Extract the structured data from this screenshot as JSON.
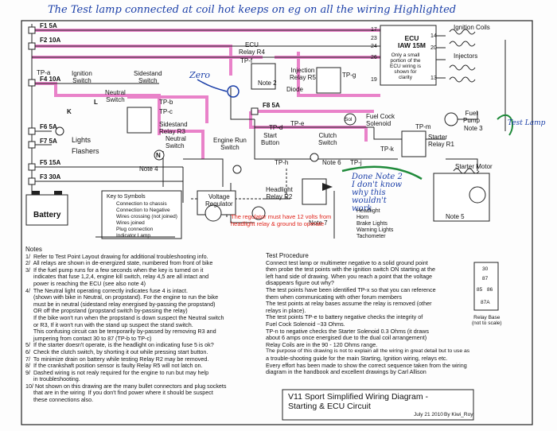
{
  "annotation_top": "The Test lamp connected at coil hot keeps on eg on all the wiring Highlighted",
  "hand_zero": "Zero",
  "hand_test_lamp": "Test Lamp",
  "hand_done": "Done Note 2\nI don't know\nwhy this\nwouldn't\nwork",
  "fuses": {
    "f1": "F1 5A",
    "f2": "F2 10A",
    "tpa": "TP-a",
    "f4": "F4 10A",
    "f6": "F6 5A",
    "f7": "F7 5A",
    "f5": "F5 15A",
    "f3": "F3 30A",
    "f8": "F8 5A"
  },
  "labels": {
    "ignition_switch": "Ignition\nSwitch",
    "l": "L",
    "k": "K",
    "sidestand_switch": "Sidestand\nSwitch",
    "tpb": "TP-b",
    "tpc": "TP-c",
    "neutral_switch": "Neutral\nSwitch",
    "sidestand_relay": "Sidestand\nRelay R3",
    "n": "N",
    "note4": "Note 4",
    "lights": "Lights",
    "flashers": "Flashers",
    "ecu_relay": "ECU\nRelay R4",
    "tpf": "TP-f",
    "note2": "Note 2",
    "diode": "Diode",
    "injection_relay": "Injection\nRelay R5",
    "tpg": "TP-g",
    "ecu": "ECU\nIAW 15M",
    "ecu_note": "Only a small\nportion of the\nECU wiring is\nshown for\nclarity",
    "ignition_coils": "Ignition Coils",
    "injectors": "Injectors",
    "fuel_pump": "Fuel\nPump",
    "note3": "Note 3",
    "sol": "Sol",
    "fuel_cock": "Fuel Cock\nSolenoid",
    "tpm": "TP-m",
    "starter_relay": "Starter\nRelay R1",
    "tpk": "TP-k",
    "tpd": "TP-d",
    "tpe": "TP-e",
    "start_button": "Start\nButton",
    "clutch_switch": "Clutch\nSwitch",
    "engine_run": "Engine Run\nSwitch",
    "tph": "TP-h",
    "note6": "Note 6",
    "tpj": "TP-j",
    "starter_motor": "Starter Motor",
    "note5": "Note 5",
    "headlight_relay": "Headlight\nRelay R2",
    "note7": "Note 7",
    "headlight_loads": "Headlight\nHorn\nBrake Lights\nWarning Lights\nTachometer",
    "voltage_regulator": "Voltage\nRegulator",
    "battery": "Battery",
    "key_title": "Key to Symbols",
    "key_chassis": "Connection to chassis",
    "key_negative": "Connection to Negative",
    "key_crossing": "Wires crossing (not joined)",
    "key_joined": "Wires joined",
    "key_plug": "Plug connection",
    "key_lamp": "Indicator Lamp",
    "regulator_note": "The regulator must have 12 volts from\nheadlight relay & ground to operate",
    "relay_base": "Relay Base\n(not to scale)",
    "ecu_pins": [
      "17",
      "23",
      "24",
      "26",
      "19",
      "14",
      "20",
      "13"
    ],
    "pins": [
      "30",
      "87",
      "85",
      "86",
      "87A"
    ]
  },
  "notes": {
    "title": "Notes",
    "lines": [
      "1/  Refer to Test Point Layout drawing for additional troubleshooting info.",
      "2/  All relays are shown in de-energized state, numbered from front of bike",
      "3/  If the fuel pump runs for a few seconds when the key is turned on it",
      "     indicates that fuse 1,2,4, engine kill switch, relay 4,5 are all intact and",
      "     power is reaching the ECU (see also note 4)",
      "4/  The Neutral light operating correctly indicates fuse 4 is intact.",
      "     (shown with bike in Neutral, on propstand). For the engine to run the bike",
      "     must be in neutral (sidestand relay energised by-passing the propstand)",
      "     OR off the propstand (propstand switch by-passing the relay)",
      "     If the bike won't run when the propstand is down suspect the Neutral switch",
      "     or R3, If it won't run with the stand up suspect the stand switch.",
      "     This confusing circuit can be temporarily by-passed by removing R3 and",
      "     jumpering from contact 30 to 87 (TP-b to TP-c)",
      "5/  If the starter doesn't operate, is the headlight on indicating fuse 5 is ok?",
      "6/  Check the clutch switch, by shorting it out while pressing start button.",
      "7/  To minimize drain on battery while testing Relay R2 may be removed.",
      "8/  If the crankshaft position sensor is faulty Relay R5 will not latch on.",
      "9/  Dashed wiring is not realy required for the engine to run but may help",
      "     in troubleshooting.",
      "10/ Not shown on this drawing are the many bullet connectors and plug sockets",
      "     that are in the wiring  If you don't find power where it should be suspect",
      "     these connections also."
    ]
  },
  "procedure": {
    "title": "Test Procedure",
    "lines": [
      "Connect test lamp or multimeter negative to a solid ground point",
      "then probe the test points with the ignition switch ON starting at the",
      "left hand side of drawing. When you reach a point that the voltage",
      "disappears figure out why?",
      "The test points have been identified TP-x so that you can reference",
      "them when communicating with other forum members",
      "The test points at relay bases assume the relay is removed (other",
      "relays in place).",
      "The test points TP-e to battery negative checks the integrity of",
      "Fuel Cock Solenoid ~33 Ohms.",
      "TP-n to negative checks the Starter Solenoid 0.3 Ohms (it draws",
      "about 6 amps once energised due to the dual coil arrangement)",
      "Relay Coils are in the 90 - 120 Ohms range.",
      "The purpose of this drawing is not to explain all the wiring in great detail but to use as",
      "a trouble-shooting guide for the main Starting, Ignition wiring, relays etc.",
      "Every effort has been made to show the correct sequence taken from the wiring",
      "diagram in the handbook and excellent drawings by Carl Allison"
    ]
  },
  "title_block": {
    "title": "V11 Sport Simplified Wiring Diagram -\nStarting & ECU Circuit",
    "date": "July 21 2010",
    "author": "By Kiwi_Roy"
  },
  "colors": {
    "highlight": "#e35ab8",
    "ink": "#1b3fa8",
    "green": "#1f8a3a",
    "red": "#e0241b"
  }
}
